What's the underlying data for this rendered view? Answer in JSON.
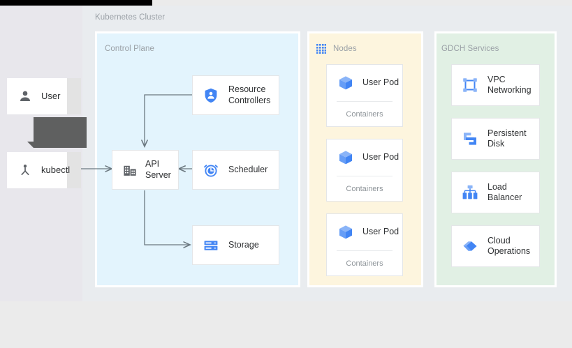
{
  "diagram": {
    "title": "Kubernetes Cluster",
    "colors": {
      "control_plane_bg": "#e3f4fd",
      "nodes_bg": "#fdf5de",
      "gdch_bg": "#e1f0e4",
      "page_bg": "#e9ecef",
      "accent_blue": "#4285f4",
      "icon_gray": "#5f6368",
      "arrow": "#6b7880"
    }
  },
  "actors": [
    {
      "label": "User",
      "icon": "user-icon"
    },
    {
      "label": "kubectl",
      "icon": "kubectl-icon"
    }
  ],
  "tooltip": {
    "text": ""
  },
  "panels": {
    "control_plane": {
      "title": "Control Plane",
      "nodes": [
        {
          "label": "Resource\nControllers",
          "icon": "shield-person-icon"
        },
        {
          "label": "API\nServer",
          "icon": "api-server-icon"
        },
        {
          "label": "Scheduler",
          "icon": "alarm-clock-icon"
        },
        {
          "label": "Storage",
          "icon": "storage-icon"
        }
      ]
    },
    "nodes": {
      "title": "Nodes",
      "icon": "dot-grid-icon",
      "pods": [
        {
          "label": "User Pod",
          "icon": "cube-icon",
          "sub": "Containers"
        },
        {
          "label": "User Pod",
          "icon": "cube-icon",
          "sub": "Containers"
        },
        {
          "label": "User Pod",
          "icon": "cube-icon",
          "sub": "Containers"
        }
      ]
    },
    "gdch": {
      "title": "GDCH Services",
      "services": [
        {
          "label": "VPC\nNetworking",
          "icon": "vpc-networking-icon"
        },
        {
          "label": "Persistent\nDisk",
          "icon": "persistent-disk-icon"
        },
        {
          "label": "Load\nBalancer",
          "icon": "load-balancer-icon"
        },
        {
          "label": "Cloud\nOperations",
          "icon": "cloud-operations-icon"
        }
      ]
    }
  }
}
